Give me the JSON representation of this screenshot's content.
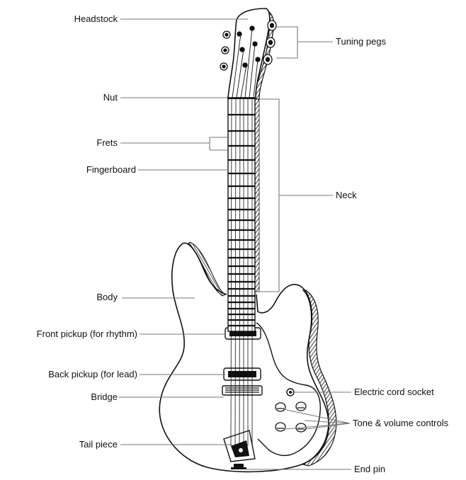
{
  "labels": {
    "headstock": "Headstock",
    "nut": "Nut",
    "frets": "Frets",
    "fingerboard": "Fingerboard",
    "body": "Body",
    "front_pickup": "Front pickup (for rhythm)",
    "back_pickup": "Back pickup (for lead)",
    "bridge": "Bridge",
    "tail_piece": "Tail piece",
    "tuning_pegs": "Tuning pegs",
    "neck": "Neck",
    "electric_cord_socket": "Electric cord socket",
    "tone_volume_controls": "Tone & volume controls",
    "end_pin": "End pin"
  },
  "colors": {
    "ink": "#111111",
    "leader": "#777777"
  }
}
